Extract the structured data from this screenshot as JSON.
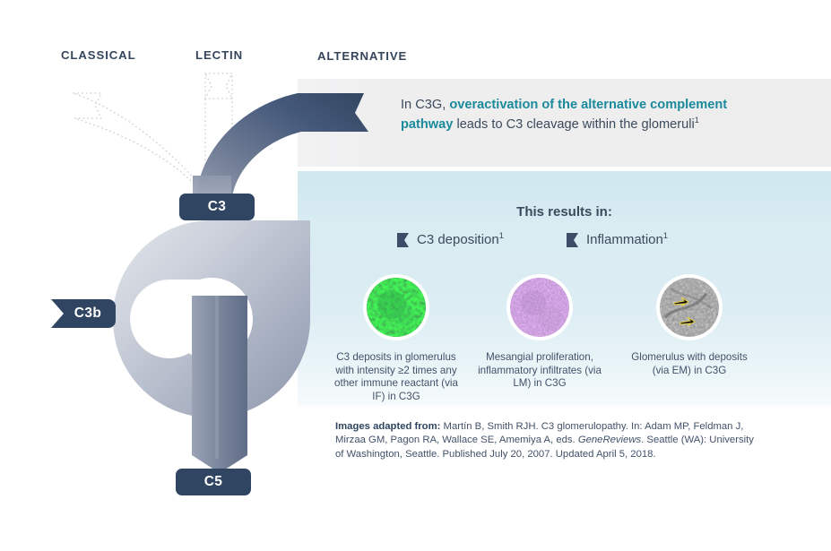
{
  "headers": {
    "classical": "CLASSICAL",
    "lectin": "LECTIN",
    "alternative": "ALTERNATIVE"
  },
  "badges": {
    "c3": "C3",
    "c3b": "C3b",
    "c5": "C5"
  },
  "callout": {
    "lead": "In C3G, ",
    "accent": "overactivation of the alternative complement pathway",
    "tail": " leads to C3 cleavage within the glomeruli",
    "footnote": "1"
  },
  "results": {
    "title": "This results in:",
    "items": [
      {
        "label": "C3 deposition",
        "footnote": "1",
        "marker": "pennant-marker-icon"
      },
      {
        "label": "Inflammation",
        "footnote": "1",
        "marker": "pennant-marker-icon"
      }
    ]
  },
  "micrographs": [
    {
      "name": "immunofluorescence-micrograph",
      "caption": "C3 deposits in glomerulus with intensity ≥2 times any other immune reactant (via IF) in C3G"
    },
    {
      "name": "light-microscopy-micrograph",
      "caption": "Mesangial proliferation, inflammatory infiltrates (via LM) in C3G"
    },
    {
      "name": "electron-microscopy-micrograph",
      "caption": "Glomerulus with deposits (via EM) in C3G"
    }
  ],
  "footer": {
    "label": "Images adapted from:",
    "part1": " Martín B, Smith RJH. C3 glomerulopathy. In: Adam MP, Feldman J, Mirzaa GM, Pagon RA, Wallace SE, Amemiya A, eds. ",
    "italic": "GeneReviews",
    "part2": ". Seattle (WA): University of Washington, Seattle. Published July 20, 2007. Updated April 5, 2018."
  },
  "colors": {
    "navy": "#2f4561",
    "teal_accent": "#1a8a9c",
    "body_text": "#3b4a5c",
    "panel_top_bg": "#eeeeef",
    "panel_bottom_bg": "#d8ecf2"
  }
}
